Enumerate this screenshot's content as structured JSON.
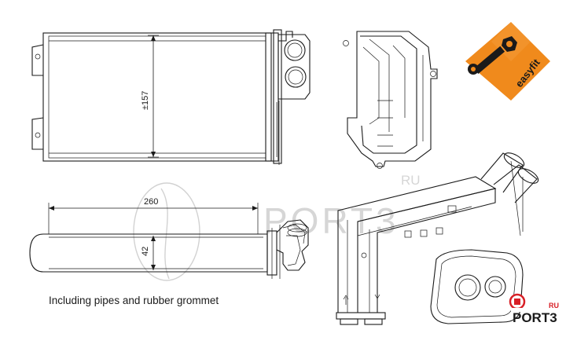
{
  "dimensions": {
    "height": "±157",
    "length": "260",
    "depth": "42"
  },
  "caption": "Including pipes and rubber grommet",
  "badge": {
    "text": "easyfit",
    "color": "#f08a1c",
    "icon": "wrench-bolt-icon"
  },
  "watermark": {
    "text": "PORT3",
    "suffix": "RU"
  },
  "logo": {
    "text": "PORT3",
    "suffix": "RU",
    "accent": "#d81f26"
  }
}
